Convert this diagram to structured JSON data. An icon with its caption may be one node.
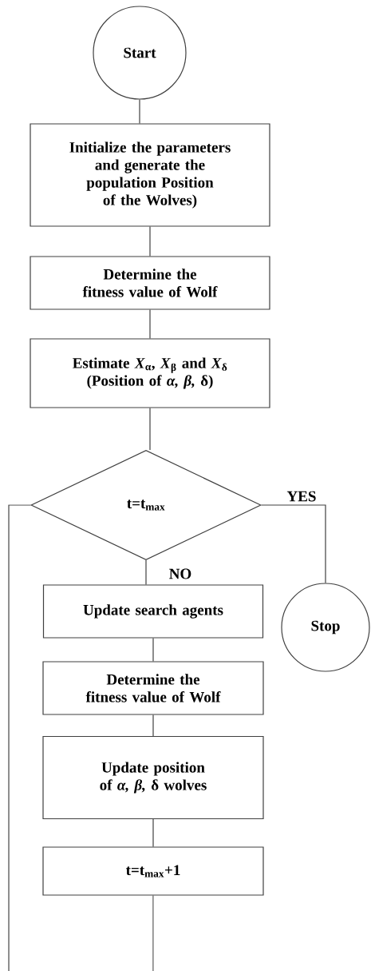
{
  "diagram": {
    "nodes": [
      {
        "text": [
          "Start"
        ]
      },
      {
        "text": [
          "Initialize the parameters and generate the population Position of the Wolves)"
        ]
      },
      {
        "text": [
          "Determine the fitness value of Wolf"
        ]
      },
      {
        "text": [
          "Estimate *X*$_{α}$, *X*$_{β}$ and *X*$_{δ}$",
          "(Position of *α, β,* δ)"
        ]
      },
      {
        "text": [
          "t=t$_{max}$"
        ]
      },
      {
        "text": [
          "Update search agents"
        ]
      },
      {
        "text": [
          "Stop"
        ]
      },
      {
        "text": [
          "Determine the fitness value of Wolf"
        ]
      },
      {
        "text": [
          "Update position of *α, β,* δ  wolves"
        ]
      },
      {
        "text": [
          "t=t$_{max}$+1"
        ]
      }
    ],
    "edges": [
      {
        "from": 0,
        "to": 1,
        "arrow": "none"
      },
      {
        "from": 1,
        "to": 2,
        "arrow": "none"
      },
      {
        "from": 2,
        "to": 3,
        "arrow": "none"
      },
      {
        "from": 3,
        "to": 4,
        "arrow": "none"
      },
      {
        "from": 4,
        "to": 6,
        "arrow": "none",
        "label": "YES"
      },
      {
        "from": 4,
        "to": 5,
        "arrow": "none",
        "label": "NO"
      },
      {
        "from": 5,
        "to": 7,
        "arrow": "none"
      },
      {
        "from": 7,
        "to": 8,
        "arrow": "none"
      },
      {
        "from": 8,
        "to": 9,
        "arrow": "none"
      },
      {
        "from": 9,
        "to": null,
        "arrow": "none"
      },
      {
        "from": 4,
        "to": null,
        "arrow": "none"
      }
    ]
  }
}
